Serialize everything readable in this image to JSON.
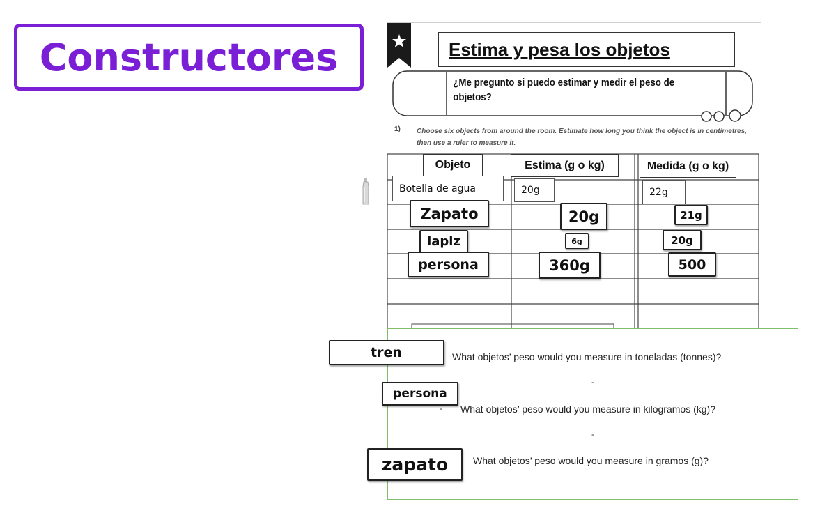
{
  "team_title": "Constructores",
  "worksheet": {
    "title": "Estima y pesa los objetos",
    "question": "¿Me pregunto si puedo estimar y medir el peso de objetos?",
    "instruction_number": "1)",
    "instruction": "Choose six objects from around the room. Estimate how long you think the object is in centimetres, then use a ruler to measure it."
  },
  "table": {
    "headers": {
      "object": "Objeto",
      "estimate": "Estima (g o kg)",
      "measure": "Medida (g o kg)"
    },
    "example_row": {
      "object": "Botella de agua",
      "estimate": "20g",
      "measure": "22g"
    },
    "rows": [
      {
        "object": "Zapato",
        "estimate": "20g",
        "measure": "21g"
      },
      {
        "object": "lapiz",
        "estimate": "6g",
        "measure": "20g"
      },
      {
        "object": "persona",
        "estimate": "360g",
        "measure": "500"
      }
    ]
  },
  "questions": {
    "q1": {
      "answer": "tren",
      "text": "What objetos’ peso would you measure in toneladas (tonnes)?"
    },
    "q2": {
      "answer": "persona",
      "text": "What objetos’ peso would you measure in kilogramos (kg)?"
    },
    "q3": {
      "answer": "zapato",
      "text": "What objetos’ peso would you measure in gramos (g)?"
    },
    "dash": "-"
  },
  "colors": {
    "accent_purple": "#7a1fd6",
    "panel_green": "#7fbf6a"
  },
  "icons": {
    "star": "star-icon",
    "bottle": "water-bottle-icon"
  }
}
